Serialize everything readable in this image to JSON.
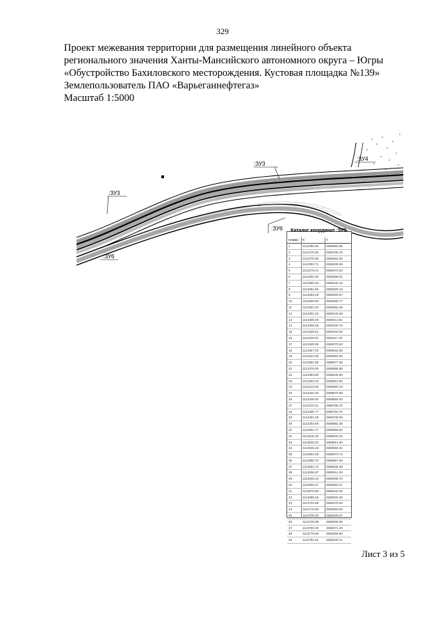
{
  "page_number": "329",
  "header_lines": [
    "Проект межевания территории для размещения линейного объекта",
    "регионального значения Ханты-Мансийского автономного округа – Югры",
    "«Обустройство Бахиловского месторождения. Кустовая площадка №139»",
    "Землепользователь ПАО «Варьеганнефтегаз»",
    "Масштаб 1:5000"
  ],
  "map_labels": {
    "zu3_top": ":ЗУ3",
    "zu3_left": ":ЗУ3",
    "zu4": ":ЗУ4",
    "zu6_mid": ":ЗУ6",
    "zu6_left": ":ЗУ6"
  },
  "catalog": {
    "title": "Каталог координат :ЗУ3",
    "col_num": "Номер",
    "col_x": "X",
    "col_y": "Y",
    "rows": [
      [
        "1",
        "1113280.05",
        "4589882.85"
      ],
      [
        "2",
        "1113270.00",
        "4589726.79"
      ],
      [
        "3",
        "1113270.36",
        "4589452.09"
      ],
      [
        "4",
        "1113283.71",
        "4589406.26"
      ],
      [
        "5",
        "1113276.44",
        "4589372.60"
      ],
      [
        "6",
        "1113282.30",
        "4589368.01"
      ],
      [
        "7",
        "1113289.33",
        "4589342.43"
      ],
      [
        "8",
        "1113281.80",
        "4589320.44"
      ],
      [
        "9",
        "1113293.48",
        "4589300.97"
      ],
      [
        "10",
        "1113295.80",
        "4589280.77"
      ],
      [
        "11",
        "1113301.63",
        "4589262.46"
      ],
      [
        "12",
        "1113301.02",
        "4589240.68"
      ],
      [
        "13",
        "1113305.00",
        "4589213.81"
      ],
      [
        "14",
        "1113306.05",
        "4589190.76"
      ],
      [
        "15",
        "1113329.51",
        "4589150.06"
      ],
      [
        "16",
        "1113340.01",
        "4589117.20"
      ],
      [
        "17",
        "1113349.06",
        "4589073.52"
      ],
      [
        "18",
        "1113357.20",
        "4589034.66"
      ],
      [
        "19",
        "1113344.00",
        "4589004.06"
      ],
      [
        "20",
        "1113361.80",
        "4588977.36"
      ],
      [
        "21",
        "1113376.00",
        "4588958.86"
      ],
      [
        "22",
        "1113384.80",
        "4588940.80"
      ],
      [
        "23",
        "1113393.24",
        "4588921.65"
      ],
      [
        "24",
        "1113413.56",
        "4588893.19"
      ],
      [
        "25",
        "1113420.30",
        "4588870.68"
      ],
      [
        "26",
        "1113436.50",
        "4588850.30"
      ],
      [
        "27",
        "1113472.01",
        "4588796.24"
      ],
      [
        "28",
        "1113486.77",
        "4588764.75"
      ],
      [
        "29",
        "1113491.30",
        "4588730.05"
      ],
      [
        "30",
        "1113494.86",
        "4588692.36"
      ],
      [
        "31",
        "1113501.77",
        "4588656.62"
      ],
      [
        "32",
        "1113516.30",
        "4588632.02"
      ],
      [
        "33",
        "1113530.02",
        "4588614.60"
      ],
      [
        "34",
        "1113546.33",
        "4588593.41"
      ],
      [
        "35",
        "1113561.66",
        "4588573.72"
      ],
      [
        "36",
        "1113580.70",
        "4588557.69"
      ],
      [
        "37",
        "1113591.70",
        "4588536.38"
      ],
      [
        "38",
        "1113606.87",
        "4588514.30"
      ],
      [
        "39",
        "1113630.10",
        "4588489.75"
      ],
      [
        "40",
        "1113650.47",
        "4588463.27"
      ],
      [
        "41",
        "1113670.95",
        "4588433.45"
      ],
      [
        "42",
        "1113688.46",
        "4588402.26"
      ],
      [
        "43",
        "1113701.85",
        "4588376.02"
      ],
      [
        "44",
        "1113716.88",
        "4588350.63"
      ],
      [
        "45",
        "1113730.00",
        "4588325.97"
      ],
      [
        "46",
        "1113748.99",
        "4588300.06"
      ],
      [
        "47",
        "1113760.00",
        "4588271.40"
      ],
      [
        "48",
        "1113770.66",
        "4588250.80"
      ],
      [
        "49",
        "1113781.51",
        "4588228.11"
      ]
    ]
  },
  "sheet_label": "Лист 3 из 5"
}
